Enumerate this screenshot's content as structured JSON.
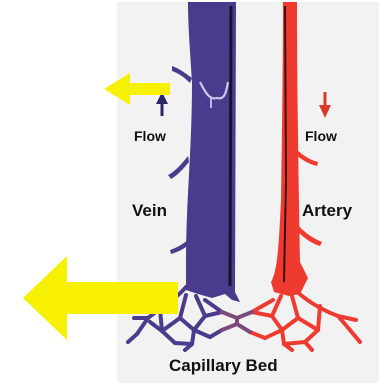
{
  "diagram": {
    "labels": {
      "flow_vein": "Flow",
      "flow_artery": "Flow",
      "vein": "Vein",
      "artery": "Artery",
      "capillary_bed": "Capillary Bed"
    },
    "colors": {
      "vein": "#4a3b8c",
      "artery": "#ef3b2f",
      "highlight_arrow": "#f7f000",
      "panel_background": "#f3f2f2"
    },
    "icons": {
      "vein_flow_arrow": "arrow-up-icon",
      "artery_flow_arrow": "arrow-down-icon",
      "callout_arrows": "arrow-left-icon"
    }
  }
}
